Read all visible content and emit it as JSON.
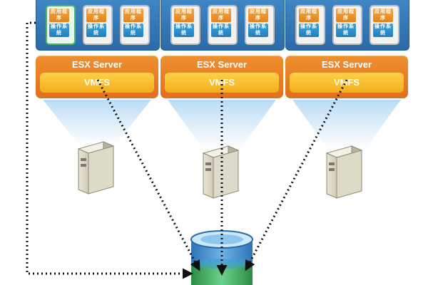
{
  "hosts": [
    {
      "server_label": "ESX Server",
      "fs_label": "VMFS",
      "vms": [
        {
          "app": "应用程序",
          "os": "操作系统"
        },
        {
          "app": "应用程序",
          "os": "操作系统"
        },
        {
          "app": "应用程序",
          "os": "操作系统"
        }
      ]
    },
    {
      "server_label": "ESX Server",
      "fs_label": "VMFS",
      "vms": [
        {
          "app": "应用程序",
          "os": "操作系统"
        },
        {
          "app": "应用程序",
          "os": "操作系统"
        },
        {
          "app": "应用程序",
          "os": "操作系统"
        }
      ]
    },
    {
      "server_label": "ESX Server",
      "fs_label": "VMFS",
      "vms": [
        {
          "app": "应用程序",
          "os": "操作系统"
        },
        {
          "app": "应用程序",
          "os": "操作系统"
        },
        {
          "app": "应用程序",
          "os": "操作系统"
        }
      ]
    }
  ],
  "colors": {
    "host_panel": "#2b6aa9",
    "esx_orange": "#e87a22",
    "vmfs_yellow": "#f7bd2a",
    "vm_app_orange": "#f0962e",
    "vm_os_blue": "#2a8fd0",
    "selected_vm_green": "#4fb56a",
    "storage_blue": "#3a8fd0",
    "storage_green": "#3fae5b",
    "connector": "#111111"
  },
  "icons": [
    "server-tower-icon",
    "storage-database-icon"
  ]
}
